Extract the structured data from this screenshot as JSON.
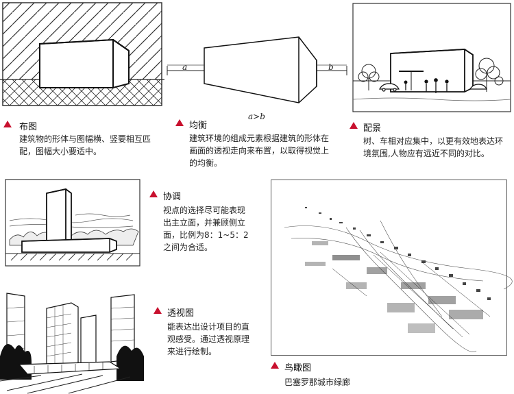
{
  "panels": {
    "layout": {
      "title": "布图",
      "desc": "建筑物的形体与图幅横、竖要相互匹配，图幅大小要适中。"
    },
    "balance": {
      "title": "均衡",
      "desc": "建筑环境的组成元素根据建筑的形体在画面的透视走向来布置，以取得视觉上的均衡。",
      "label_a": "a",
      "label_b": "b",
      "label_rel": "a>b"
    },
    "scenery": {
      "title": "配景",
      "desc": "树、车相对应集中，以更有效地表达环境氛围,人物应有远近不同的对比。"
    },
    "harmony": {
      "title": "协调",
      "desc": "视点的选择尽可能表现出主立面，并兼顾侧立面，比例为8：1~5：2之间为合适。"
    },
    "perspective": {
      "title": "透视图",
      "desc": "能表达出设计项目的直观感受。通过透视原理来进行绘制。"
    },
    "aerial": {
      "title": "鸟瞰图",
      "desc": "巴塞罗那城市绿廊"
    }
  }
}
